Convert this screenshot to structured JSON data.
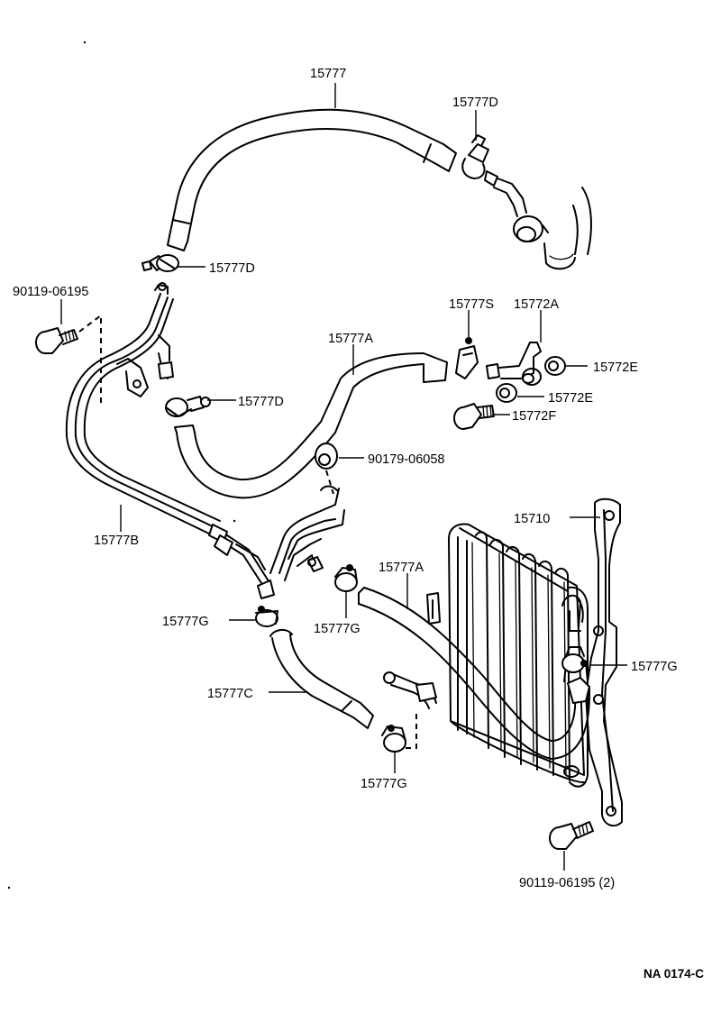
{
  "labels": {
    "hose_upper": "15777",
    "clamp_d_top": "15777D",
    "clamp_d_left": "15777D",
    "clamp_d_mid": "15777D",
    "bolt_upper": "90119-06195",
    "hose_a_upper": "15777A",
    "clip_s": "15777S",
    "bracket_15772a": "15772A",
    "washer_15772e_upper": "15772E",
    "washer_15772e_lower": "15772E",
    "bolt_15772f": "15772F",
    "grommet": "90179-06058",
    "pipe_15777b": "15777B",
    "cooler_15710": "15710",
    "hose_a_lower": "15777A",
    "clamp_g_left": "15777G",
    "clamp_g_mid": "15777G",
    "clamp_g_right": "15777G",
    "hose_15777c": "15777C",
    "clamp_g_bottom": "15777G",
    "bolt_lower": "90119-06195 (2)"
  },
  "footer": {
    "code": "NA  0174-C"
  }
}
